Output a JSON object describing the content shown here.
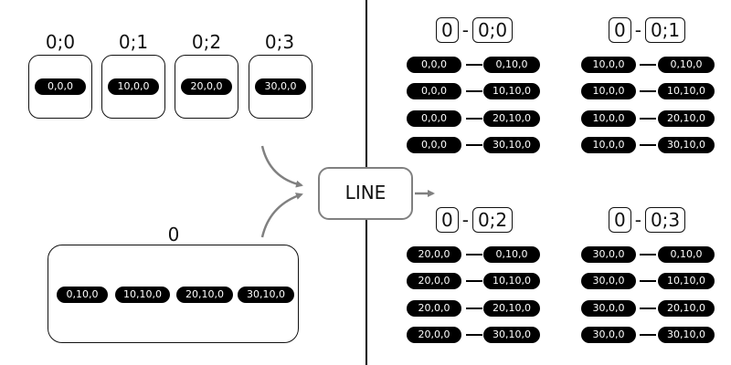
{
  "left": {
    "columns": [
      {
        "label": "0;0",
        "value": "0,0,0"
      },
      {
        "label": "0;1",
        "value": "10,0,0"
      },
      {
        "label": "0;2",
        "value": "20,0,0"
      },
      {
        "label": "0;3",
        "value": "30,0,0"
      }
    ],
    "group": {
      "label": "0",
      "values": [
        "0,10,0",
        "10,10,0",
        "20,10,0",
        "30,10,0"
      ]
    }
  },
  "center": {
    "operation": "LINE"
  },
  "right": {
    "separator": "-",
    "groups": [
      {
        "a": "0",
        "b": "0;0",
        "rows": [
          [
            "0,0,0",
            "0,10,0"
          ],
          [
            "0,0,0",
            "10,10,0"
          ],
          [
            "0,0,0",
            "20,10,0"
          ],
          [
            "0,0,0",
            "30,10,0"
          ]
        ]
      },
      {
        "a": "0",
        "b": "0;1",
        "rows": [
          [
            "10,0,0",
            "0,10,0"
          ],
          [
            "10,0,0",
            "10,10,0"
          ],
          [
            "10,0,0",
            "20,10,0"
          ],
          [
            "10,0,0",
            "30,10,0"
          ]
        ]
      },
      {
        "a": "0",
        "b": "0;2",
        "rows": [
          [
            "20,0,0",
            "0,10,0"
          ],
          [
            "20,0,0",
            "10,10,0"
          ],
          [
            "20,0,0",
            "20,10,0"
          ],
          [
            "20,0,0",
            "30,10,0"
          ]
        ]
      },
      {
        "a": "0",
        "b": "0;3",
        "rows": [
          [
            "30,0,0",
            "0,10,0"
          ],
          [
            "30,0,0",
            "10,10,0"
          ],
          [
            "30,0,0",
            "20,10,0"
          ],
          [
            "30,0,0",
            "30,10,0"
          ]
        ]
      }
    ]
  },
  "colors": {
    "arrow": "#808080",
    "pill": "#000000"
  }
}
